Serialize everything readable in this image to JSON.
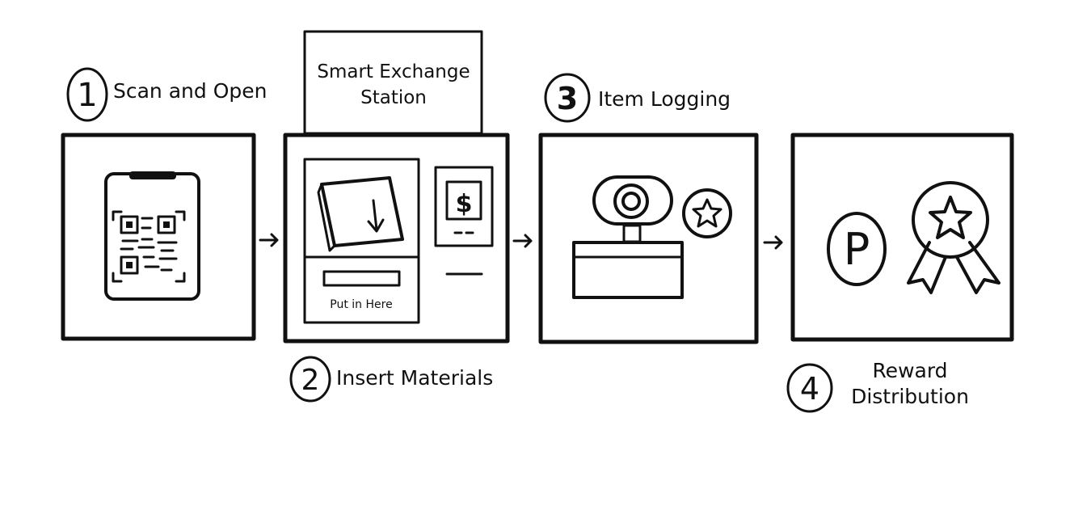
{
  "steps": [
    {
      "number": "1",
      "label": "Scan and Open"
    },
    {
      "number": "2",
      "label": "Insert Materials"
    },
    {
      "number": "3",
      "label": "Item Logging"
    },
    {
      "number": "4",
      "label_line1": "Reward",
      "label_line2": "Distribution"
    }
  ],
  "station": {
    "title_line1": "Smart Exchange",
    "title_line2": "Station",
    "slot_label": "Put in Here",
    "currency_symbol": "$"
  },
  "reward": {
    "points_letter": "P"
  },
  "icons": [
    "qr-phone-icon",
    "arrow-right-icon",
    "dollar-screen-icon",
    "webcam-icon",
    "star-badge-icon",
    "points-coin-icon",
    "award-ribbon-icon"
  ],
  "colors": {
    "ink": "#111111",
    "background": "#ffffff"
  }
}
